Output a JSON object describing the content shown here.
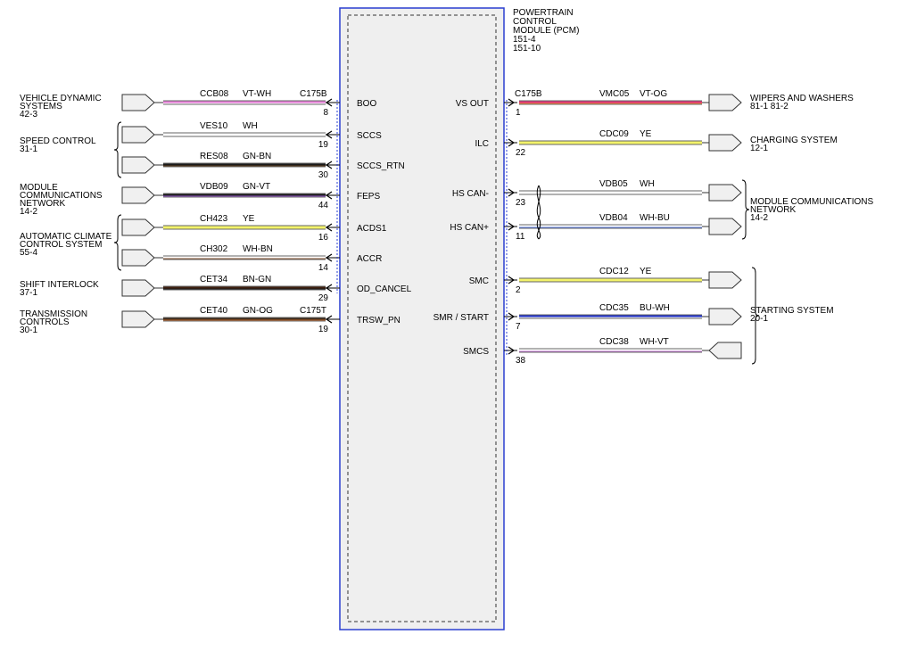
{
  "module": {
    "title_lines": [
      "POWERTRAIN",
      "CONTROL",
      "MODULE (PCM)",
      "151-4",
      "151-10"
    ]
  },
  "left_circuits": [
    {
      "circuit": "CCB08",
      "color_code": "VT-WH",
      "connector": "C175B",
      "pin": "8",
      "signal": "BOO",
      "wire_color": "#e879d8",
      "stripe": "#ffffff"
    },
    {
      "circuit": "VES10",
      "color_code": "WH",
      "connector": "",
      "pin": "19",
      "signal": "SCCS",
      "wire_color": "#ffffff",
      "stripe": ""
    },
    {
      "circuit": "RES08",
      "color_code": "GN-BN",
      "connector": "",
      "pin": "30",
      "signal": "SCCS_RTN",
      "wire_color": "#1a1a1a",
      "stripe": "#5a3a1a"
    },
    {
      "circuit": "VDB09",
      "color_code": "GN-VT",
      "connector": "",
      "pin": "44",
      "signal": "FEPS",
      "wire_color": "#1a1a1a",
      "stripe": "#9b59d0"
    },
    {
      "circuit": "CH423",
      "color_code": "YE",
      "connector": "",
      "pin": "16",
      "signal": "ACDS1",
      "wire_color": "#f3f36a",
      "stripe": ""
    },
    {
      "circuit": "CH302",
      "color_code": "WH-BN",
      "connector": "",
      "pin": "14",
      "signal": "ACCR",
      "wire_color": "#ffffff",
      "stripe": "#8b5a3a"
    },
    {
      "circuit": "CET34",
      "color_code": "BN-GN",
      "connector": "",
      "pin": "29",
      "signal": "OD_CANCEL",
      "wire_color": "#3d1f0f",
      "stripe": "#1a1a1a"
    },
    {
      "circuit": "CET40",
      "color_code": "GN-OG",
      "connector": "C175T",
      "pin": "19",
      "signal": "TRSW_PN",
      "wire_color": "#3d2a1a",
      "stripe": "#c0662a"
    }
  ],
  "right_circuits": [
    {
      "circuit": "VMC05",
      "color_code": "VT-OG",
      "connector": "C175B",
      "pin": "1",
      "signal": "VS OUT",
      "wire_color": "#e0307a",
      "stripe": "#f08a3a"
    },
    {
      "circuit": "CDC09",
      "color_code": "YE",
      "connector": "",
      "pin": "22",
      "signal": "ILC",
      "wire_color": "#f3f36a",
      "stripe": ""
    },
    {
      "circuit": "VDB05",
      "color_code": "WH",
      "connector": "",
      "pin": "23",
      "signal": "HS CAN-",
      "wire_color": "#ffffff",
      "stripe": ""
    },
    {
      "circuit": "VDB04",
      "color_code": "WH-BU",
      "connector": "",
      "pin": "11",
      "signal": "HS CAN+",
      "wire_color": "#ffffff",
      "stripe": "#5577dd"
    },
    {
      "circuit": "CDC12",
      "color_code": "YE",
      "connector": "",
      "pin": "2",
      "signal": "SMC",
      "wire_color": "#f3f36a",
      "stripe": ""
    },
    {
      "circuit": "CDC35",
      "color_code": "BU-WH",
      "connector": "",
      "pin": "7",
      "signal": "SMR / START",
      "wire_color": "#1e2fc8",
      "stripe": "#ffffff"
    },
    {
      "circuit": "CDC38",
      "color_code": "WH-VT",
      "connector": "",
      "pin": "38",
      "signal": "SMCS",
      "wire_color": "#ffffff",
      "stripe": "#c070d0"
    }
  ],
  "left_destinations": [
    {
      "lines": [
        "VEHICLE DYNAMIC",
        "SYSTEMS",
        "42-3"
      ]
    },
    {
      "lines": [
        "SPEED CONTROL",
        "31-1"
      ]
    },
    {
      "lines": [
        "MODULE",
        "COMMUNICATIONS",
        "NETWORK",
        "14-2"
      ]
    },
    {
      "lines": [
        "AUTOMATIC CLIMATE",
        "CONTROL SYSTEM",
        "55-4"
      ]
    },
    {
      "lines": [
        "SHIFT INTERLOCK",
        "37-1"
      ]
    },
    {
      "lines": [
        "TRANSMISSION",
        "CONTROLS",
        "30-1"
      ]
    }
  ],
  "right_destinations": [
    {
      "lines": [
        "WIPERS AND WASHERS",
        "81-1      81-2"
      ]
    },
    {
      "lines": [
        "CHARGING SYSTEM",
        "12-1"
      ]
    },
    {
      "lines": [
        "MODULE COMMUNICATIONS",
        "NETWORK",
        "14-2"
      ]
    },
    {
      "lines": [
        "STARTING SYSTEM",
        "20-1"
      ]
    }
  ],
  "colors": {
    "module_border": "#2a3fd0",
    "module_fill": "#efefef",
    "connector_fill": "#f0f0f0"
  }
}
